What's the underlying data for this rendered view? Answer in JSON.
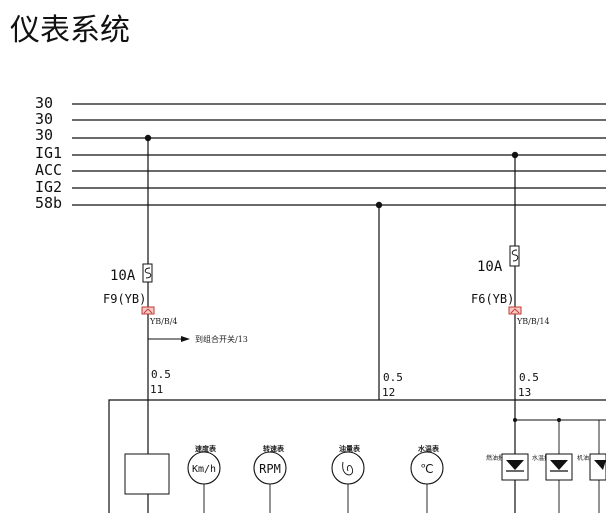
{
  "title": "仪表系统",
  "bus_lines": [
    "30",
    "30",
    "30",
    "IG1",
    "ACC",
    "IG2",
    "58b"
  ],
  "fuse_left": {
    "rating": "10A",
    "id": "F9(YB)",
    "code": "YB/B/4"
  },
  "fuse_right": {
    "rating": "10A",
    "id": "F6(YB)",
    "code": "YB/B/14"
  },
  "arrow_label": "到组合开关/13",
  "wires": [
    {
      "gauge": "0.5",
      "num": "11"
    },
    {
      "gauge": "0.5",
      "num": "12"
    },
    {
      "gauge": "0.5",
      "num": "13"
    }
  ],
  "gauges": [
    {
      "label": "速度表",
      "symbol": "Km/h"
    },
    {
      "label": "转速表",
      "symbol": "RPM"
    },
    {
      "label": "油量表",
      "symbol": ""
    },
    {
      "label": "水温表",
      "symbol": "℃"
    }
  ],
  "indicators": [
    {
      "label": "燃油报警"
    },
    {
      "label": "水温报警"
    },
    {
      "label": "机油压力"
    }
  ]
}
